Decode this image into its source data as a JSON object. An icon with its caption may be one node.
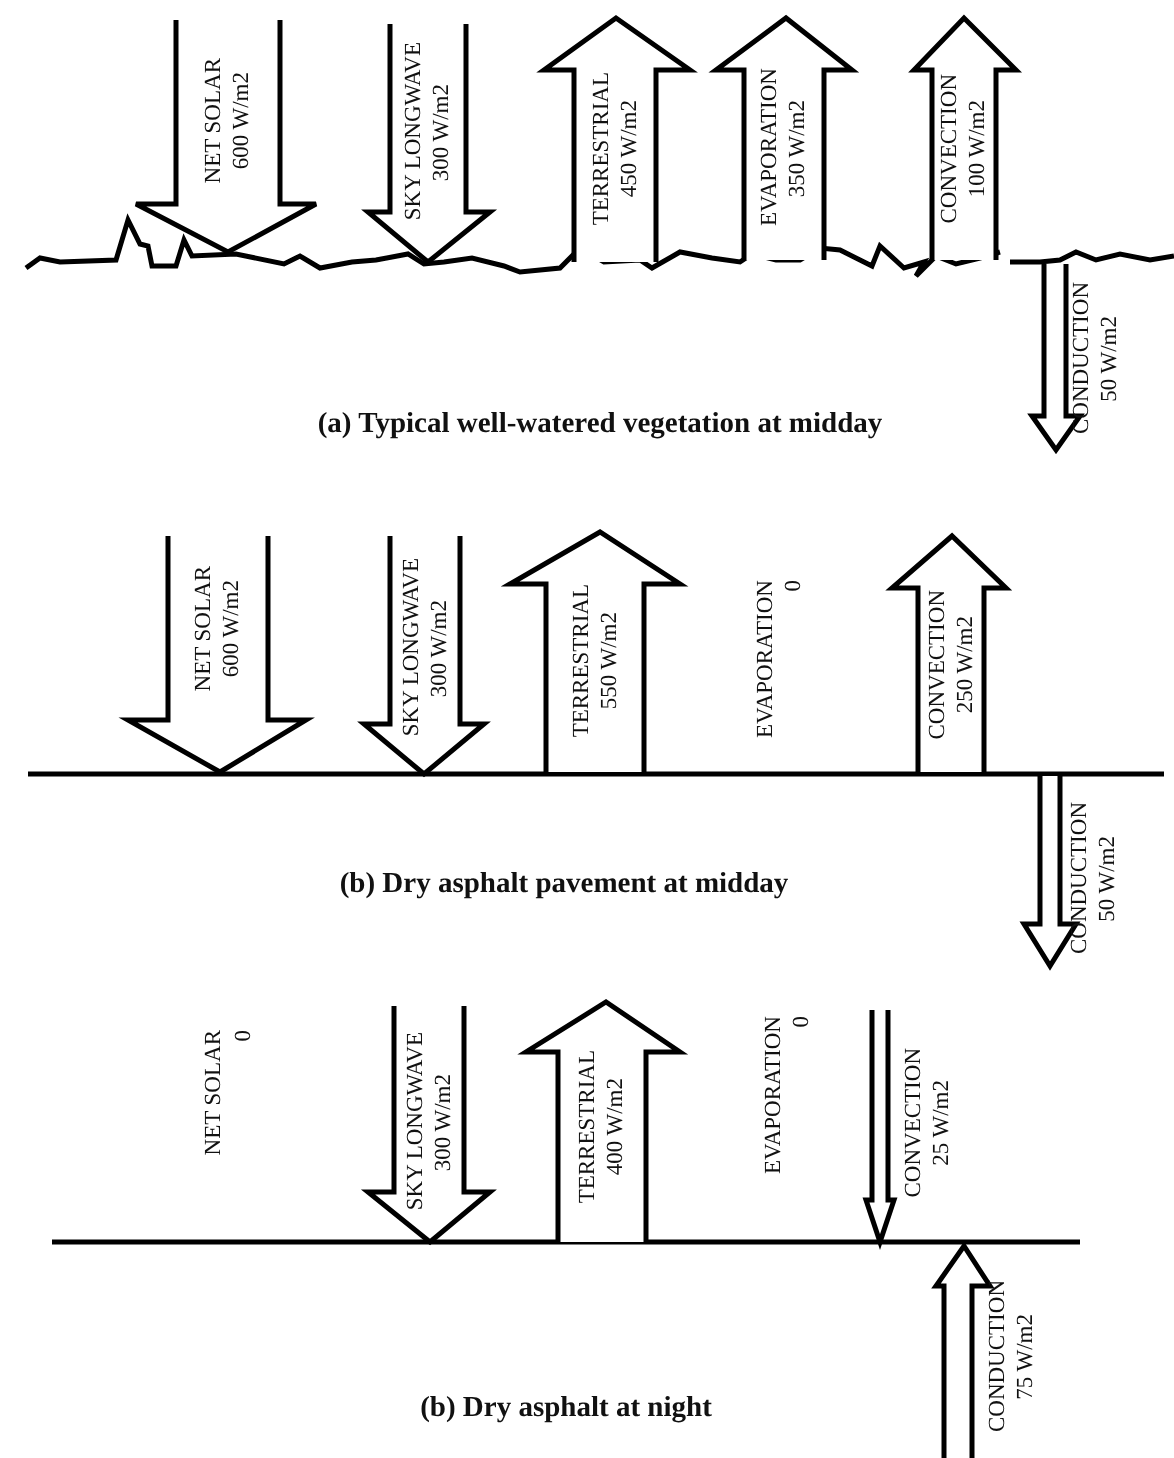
{
  "diagram": {
    "nodes": [
      {
        "text": [
          "NET SOLAR",
          "600 W/m2"
        ]
      },
      {
        "text": [
          "SKY LONGWAVE",
          "300 W/m2"
        ]
      },
      {
        "text": [
          "TERRESTRIAL",
          "450 W/m2"
        ]
      },
      {
        "text": [
          "EVAPORATION",
          "350 W/m2"
        ]
      },
      {
        "text": [
          "CONVECTION",
          "100 W/m2"
        ]
      },
      {
        "text": [
          "CONDUCTION",
          "50 W/m2"
        ]
      },
      {
        "text": [
          "NET SOLAR",
          "600 W/m2"
        ]
      },
      {
        "text": [
          "SKY LONGWAVE",
          "300 W/m2"
        ]
      },
      {
        "text": [
          "TERRESTRIAL",
          "550 W/m2"
        ]
      },
      {
        "text": [
          "CONVECTION",
          "250 W/m2"
        ]
      },
      {
        "text": [
          "CONDUCTION",
          "50 W/m2"
        ]
      },
      {
        "text": [
          "SKY LONGWAVE",
          "300 W/m2"
        ]
      },
      {
        "text": [
          "TERRESTRIAL",
          "400 W/m2"
        ]
      },
      {
        "text": [
          "CONVECTION",
          "25 W/m2"
        ]
      },
      {
        "text": [
          "CONDUCTION",
          "75 W/m2"
        ]
      }
    ],
    "labels": [
      "(a) Typical well-watered vegetation at midday",
      "EVAPORATION",
      "0",
      "(b) Dry asphalt pavement at midday",
      "NET SOLAR",
      "0",
      "EVAPORATION",
      "0",
      "(b) Dry asphalt at night"
    ]
  }
}
